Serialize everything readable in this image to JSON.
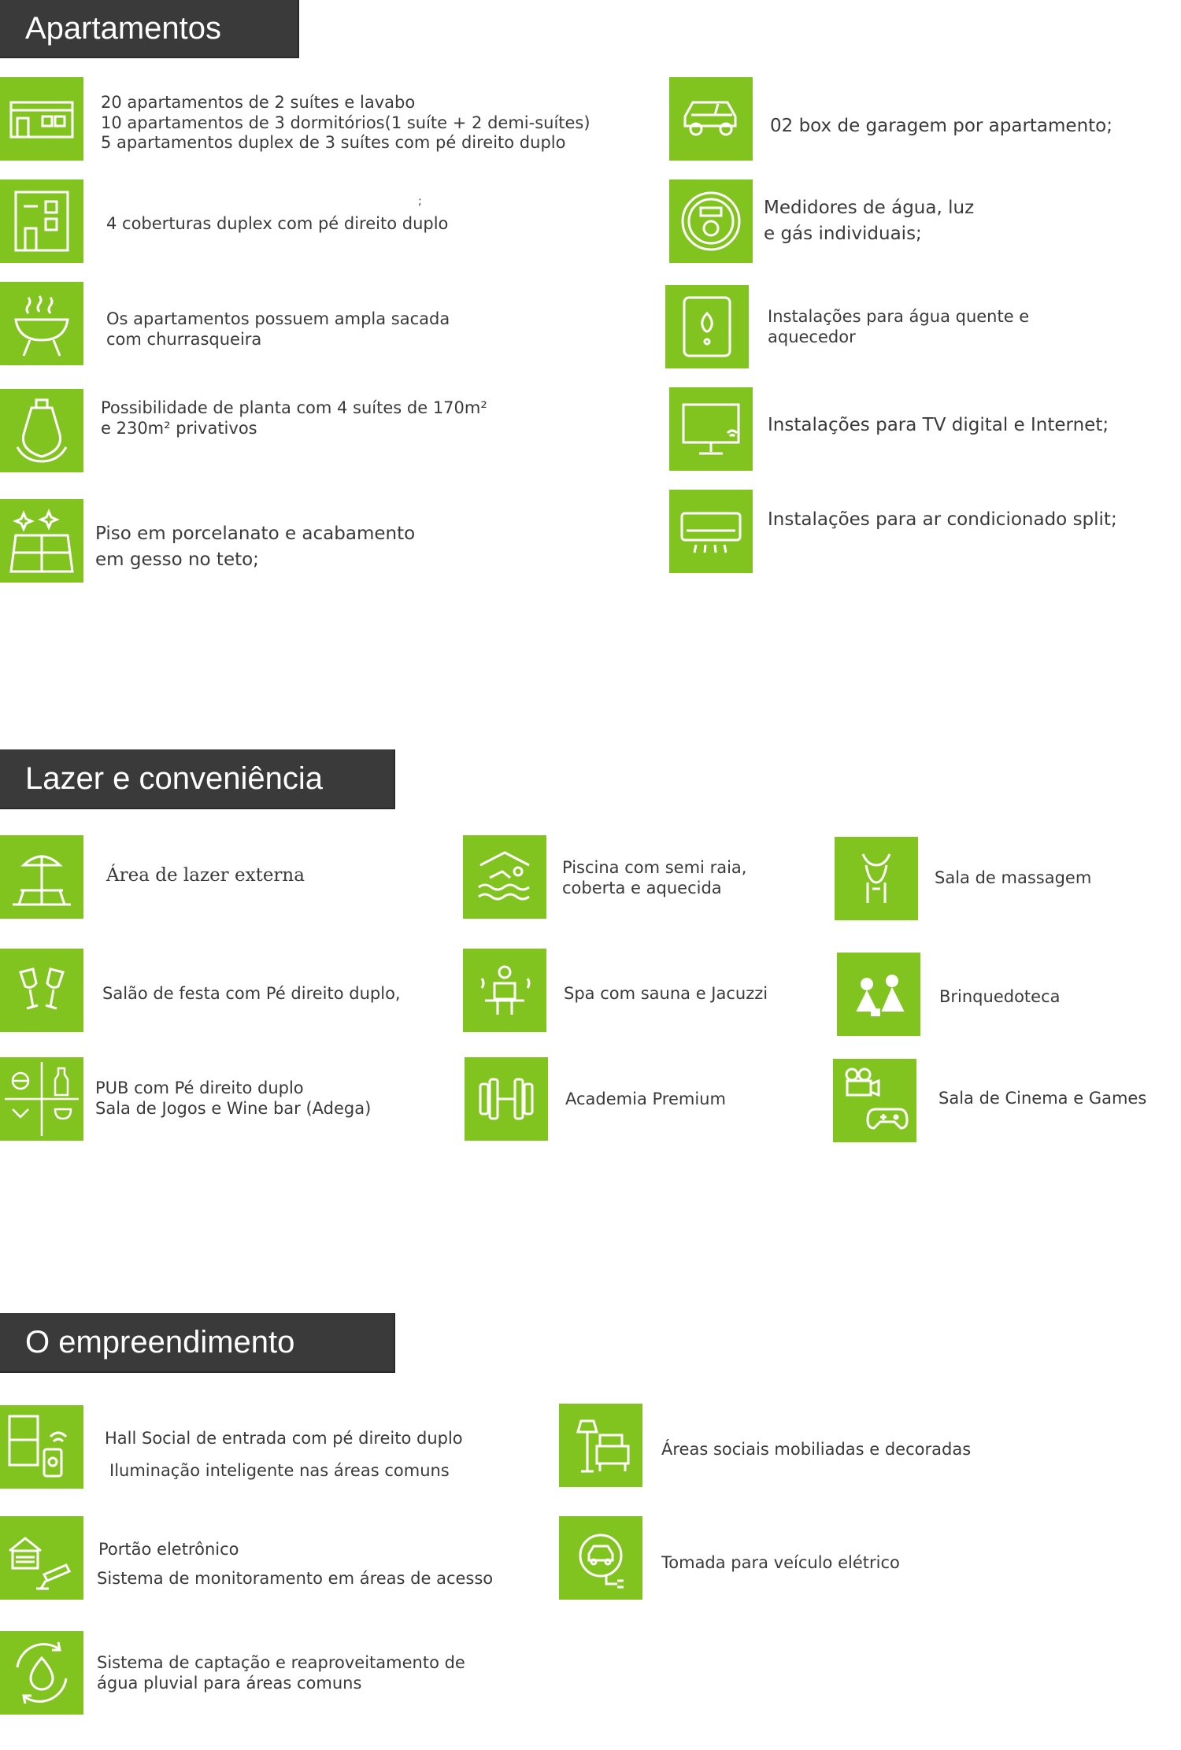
{
  "sections": {
    "apartamentos": {
      "title": "Apartamentos"
    },
    "lazer": {
      "title": "Lazer e conveniência"
    },
    "empreendimento": {
      "title": "O empreendimento"
    }
  },
  "apartamentos": {
    "types": {
      "line1": "20 apartamentos de 2 suítes e lavabo",
      "line2": "10 apartamentos de 3 dormitórios(1 suíte + 2 demi-suítes)",
      "line3": "5 apartamentos duplex de 3 suítes com pé direito duplo"
    },
    "coberturas": {
      "mark": ";",
      "line1": "4 coberturas duplex com pé direito duplo"
    },
    "sacada": {
      "line1": "Os apartamentos possuem ampla sacada",
      "line2": "com churrasqueira"
    },
    "planta": {
      "line1": "Possibilidade de planta com 4 suítes de 170m²",
      "line2": "e 230m² privativos"
    },
    "piso": {
      "line1": "Piso em porcelanato e acabamento",
      "line2": "em gesso no teto;"
    },
    "garagem": {
      "line1": "02 box de garagem por apartamento;"
    },
    "medidores": {
      "line1": "Medidores de água, luz",
      "line2": "e gás individuais;"
    },
    "agua_quente": {
      "line1": "Instalações para água quente e",
      "line2": "aquecedor"
    },
    "tv": {
      "line1": "Instalações para TV digital e Internet;"
    },
    "ar": {
      "line1": "Instalações para ar condicionado split;"
    }
  },
  "lazer": {
    "area_externa": "Área de lazer externa",
    "piscina": {
      "line1": "Piscina com semi raia,",
      "line2": "coberta e aquecida"
    },
    "massagem": "Sala de massagem",
    "salao": "Salão de festa com Pé direito duplo,",
    "spa": "Spa com sauna e Jacuzzi",
    "brinquedoteca": "Brinquedoteca",
    "pub": {
      "line1": "PUB com Pé direito duplo",
      "line2": "Sala de Jogos e Wine bar (Adega)"
    },
    "academia": "Academia Premium",
    "cinema": "Sala de Cinema e Games"
  },
  "empreendimento": {
    "hall": {
      "line1": "Hall Social de entrada com pé direito duplo",
      "line2": "Iluminação inteligente nas áreas comuns"
    },
    "areas_sociais": "Áreas sociais mobiliadas e decoradas",
    "portao": {
      "line1": "Portão eletrônico",
      "line2": "Sistema de monitoramento em áreas de acesso"
    },
    "tomada": "Tomada para veículo elétrico",
    "captacao": {
      "line1": "Sistema de captação e reaproveitamento de",
      "line2": "água pluvial para áreas comuns"
    }
  },
  "colors": {
    "accent": "#82c41f",
    "header_bg": "#3a3a3a",
    "header_text": "#ffffff",
    "body_text": "#3a3a3a"
  }
}
